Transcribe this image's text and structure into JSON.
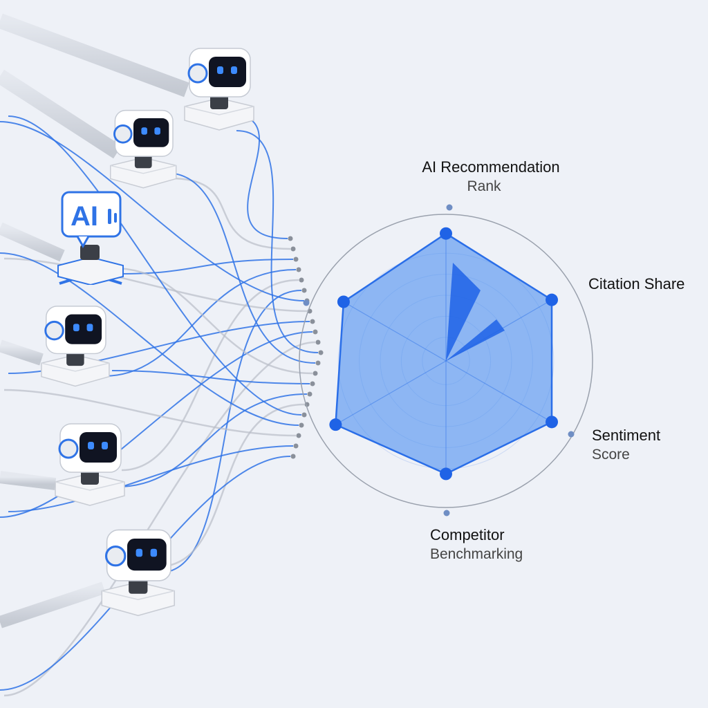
{
  "badge": {
    "text": "AI",
    "icon": "ai-chat-bubble-icon"
  },
  "radar": {
    "axes": [
      {
        "id": "rank",
        "line1": "AI Recommendation",
        "line2": "Rank",
        "value": 0.97
      },
      {
        "id": "citation",
        "line1": "Citation Share",
        "line2": "",
        "value": 0.93
      },
      {
        "id": "sentiment",
        "line1": "Sentiment",
        "line2": "Score",
        "value": 0.93
      },
      {
        "id": "competitor",
        "line1": "Competitor",
        "line2": "Benchmarking",
        "value": 0.86
      },
      {
        "id": "axis5",
        "line1": "",
        "line2": "",
        "value": 0.97
      },
      {
        "id": "axis6",
        "line1": "",
        "line2": "",
        "value": 0.9
      }
    ]
  },
  "colors": {
    "background": "#eef1f7",
    "accent": "#2a6ee8",
    "fill": "#4d8ff0",
    "wire": "#2f73e6",
    "wire_gray": "#b9bec8",
    "robot_body": "#ffffff",
    "robot_eye": "#3d8bff"
  }
}
